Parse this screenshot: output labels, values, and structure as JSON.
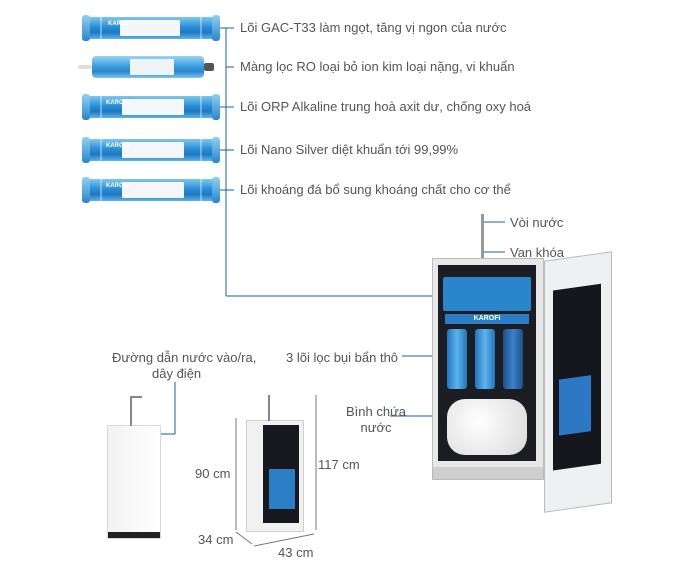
{
  "filters": [
    {
      "name": "Lõi GAC-T33 làm ngọt, tăng vị ngon của nước",
      "brand": "KAROFI"
    },
    {
      "name": "Màng lọc RO loại bỏ ion kim loại nặng, vi khuẩn",
      "brand": ""
    },
    {
      "name": "Lõi ORP Alkaline trung hoà axit dư, chống oxy hoá",
      "brand": "KAROFI"
    },
    {
      "name": "Lõi Nano Silver diệt khuẩn tới 99,99%",
      "brand": "KAROFI"
    },
    {
      "name": "Lõi khoáng đá bổ sung khoáng chất cho cơ thể",
      "brand": "KAROFI"
    }
  ],
  "parts": {
    "faucet": "Vòi nước",
    "valve": "Van khóa",
    "prefilters": "3 lõi lọc bụi bẩn thô",
    "tank": "Bình chứa\nnước",
    "pipe_line1": "Đường dẫn nước vào/ra,",
    "pipe_line2": "dây điện"
  },
  "dimensions": {
    "height_body": "90 cm",
    "height_total": "117 cm",
    "depth": "34 cm",
    "width": "43 cm"
  },
  "machine_brand": "KAROFI",
  "colors": {
    "line": "#1a5fa8",
    "cartridge": "#2a8fd6"
  }
}
